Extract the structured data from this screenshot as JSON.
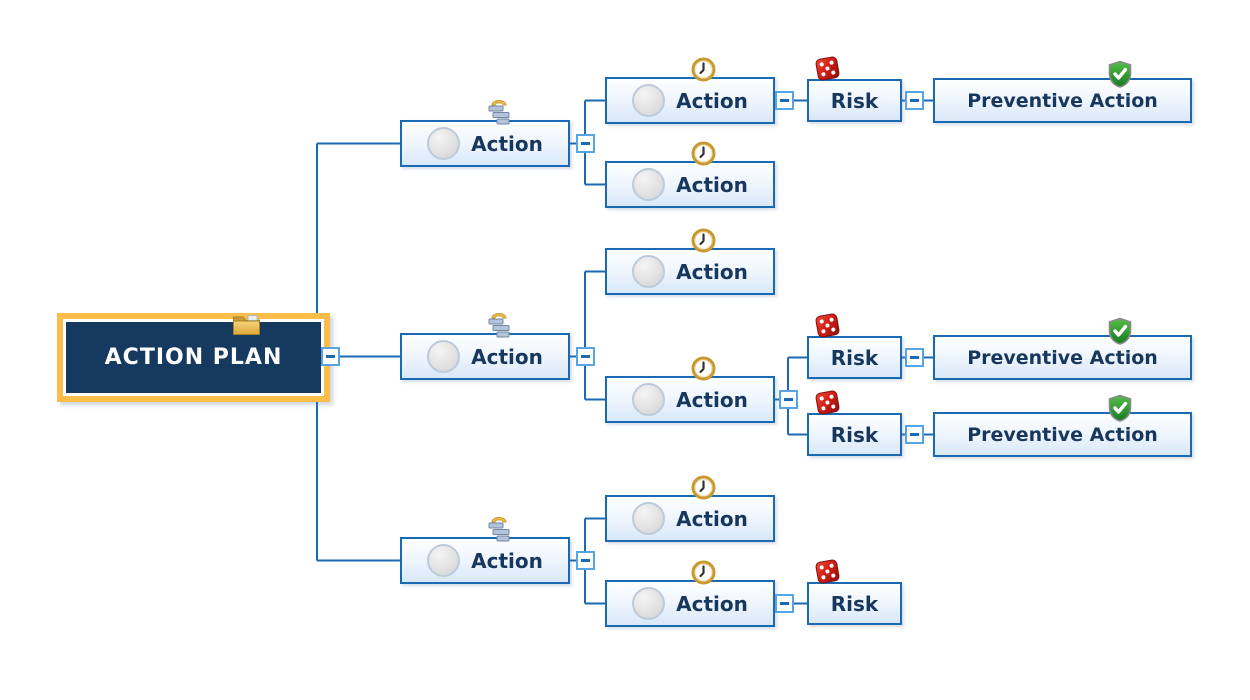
{
  "diagram_title": "ACTION PLAN mind map",
  "colors": {
    "line-blue": "#1a6ab3",
    "node-text": "#17375e",
    "root-fill": "#16395f",
    "root-border": "#fbbd4a",
    "expander-border": "#55a5e5",
    "risk-dice-red": "#c41414",
    "shield-green": "#2e9e33",
    "folder-gold": "#e9c05e"
  },
  "nodes": {
    "root": {
      "label": "ACTION PLAN",
      "icon": "folder-icon"
    },
    "main1": {
      "label": "Action",
      "icon": "tasks-icon"
    },
    "main2": {
      "label": "Action",
      "icon": "tasks-icon"
    },
    "main3": {
      "label": "Action",
      "icon": "tasks-icon"
    },
    "sub1a": {
      "label": "Action",
      "icon": "timer-icon"
    },
    "sub1b": {
      "label": "Action",
      "icon": "timer-icon"
    },
    "sub2a": {
      "label": "Action",
      "icon": "timer-icon"
    },
    "sub2b": {
      "label": "Action",
      "icon": "timer-icon"
    },
    "sub3a": {
      "label": "Action",
      "icon": "timer-icon"
    },
    "sub3b": {
      "label": "Action",
      "icon": "timer-icon"
    },
    "risk1": {
      "label": "Risk",
      "icon": "dice-icon"
    },
    "risk2": {
      "label": "Risk",
      "icon": "dice-icon"
    },
    "risk3": {
      "label": "Risk",
      "icon": "dice-icon"
    },
    "risk4": {
      "label": "Risk",
      "icon": "dice-icon"
    },
    "prev1": {
      "label": "Preventive Action",
      "icon": "shield-check-icon"
    },
    "prev2": {
      "label": "Preventive Action",
      "icon": "shield-check-icon"
    },
    "prev3": {
      "label": "Preventive Action",
      "icon": "shield-check-icon"
    }
  },
  "expanders": {
    "state": "collapsed-glyph",
    "symbol": "minus"
  }
}
